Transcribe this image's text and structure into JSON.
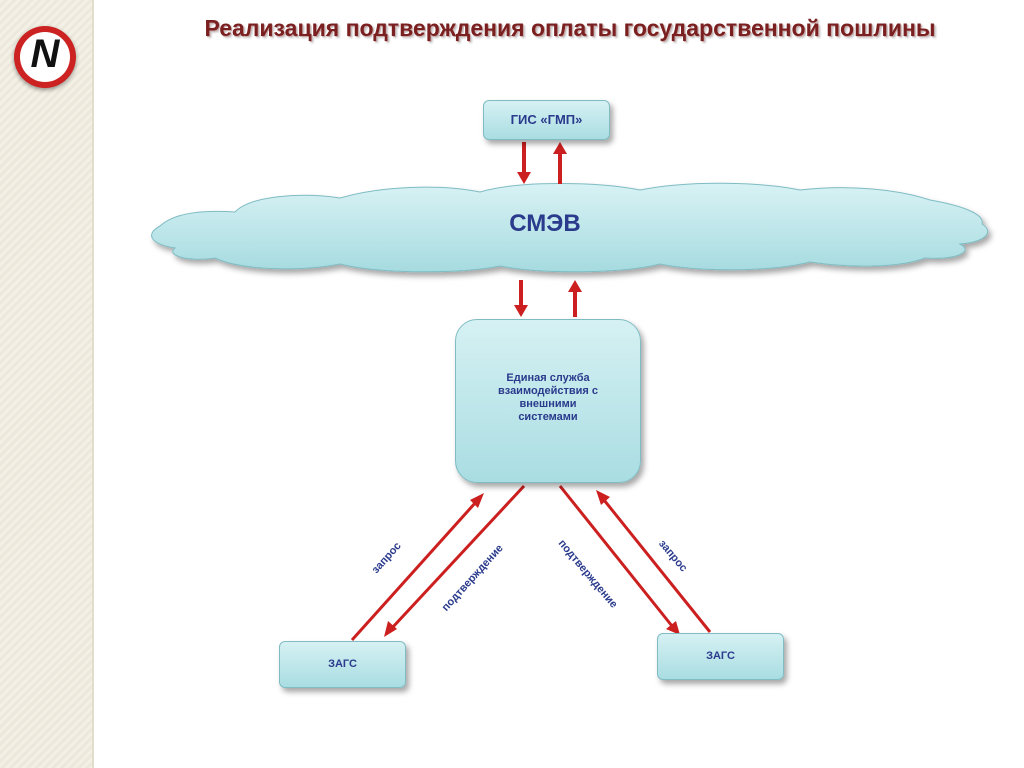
{
  "title": "Реализация подтверждения оплаты государственной пошлины",
  "logo": {
    "letter": "N",
    "color": "#cc2222"
  },
  "nodes": {
    "gis": "ГИС «ГМП»",
    "smev": "СМЭВ",
    "esv": "Единая служба взаимодействия с внешними системами",
    "zags_left": "ЗАГС",
    "zags_right": "ЗАГС"
  },
  "edge_labels": {
    "left_request": "запрос",
    "left_confirm": "подтверждение",
    "right_confirm": "подтверждение",
    "right_request": "запрос"
  },
  "colors": {
    "title": "#7a2020",
    "node_fill": "#a9dde2",
    "node_text": "#2a3a8c",
    "arrow": "#cc1f1f"
  }
}
